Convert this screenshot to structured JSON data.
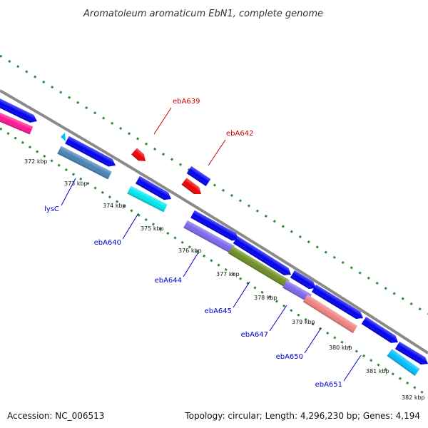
{
  "header": {
    "title": "Aromatoleum aromaticum EbN1, complete genome"
  },
  "footer": {
    "accession": "Accession: NC_006513",
    "summary": "Topology: circular; Length: 4,296,230 bp; Genes: 4,194"
  },
  "scale": {
    "unit": "kbp",
    "ticks": [
      "372 kbp",
      "373 kbp",
      "374 kbp",
      "375 kbp",
      "376 kbp",
      "377 kbp",
      "378 kbp",
      "379 kbp",
      "380 kbp",
      "381 kbp",
      "382 kbp"
    ]
  },
  "gene_labels": [
    {
      "name": "ebA639",
      "color": "#cc0000"
    },
    {
      "name": "ebA642",
      "color": "#cc0000"
    },
    {
      "name": "lysC",
      "color": "#0000cc"
    },
    {
      "name": "ebA640",
      "color": "#0000cc"
    },
    {
      "name": "ebA644",
      "color": "#0000cc"
    },
    {
      "name": "ebA645",
      "color": "#0000cc"
    },
    {
      "name": "ebA647",
      "color": "#0000cc"
    },
    {
      "name": "ebA650",
      "color": "#0000cc"
    },
    {
      "name": "ebA651",
      "color": "#0000cc"
    }
  ],
  "colors": {
    "backbone": "#8a8a8a",
    "gc_dots": "#2e8b2e",
    "cds_forward": "#0000ee",
    "cds_reverse": "#ee0000",
    "steelblue": "#4682b4",
    "cyan": "#00e5ee",
    "slateblue": "#7b68ee",
    "olive": "#6b8e23",
    "salmon": "#f08080",
    "deeppink": "#ff1493",
    "skyblue": "#00bfff",
    "label_forward": "#0000cc",
    "label_reverse": "#cc0000"
  }
}
